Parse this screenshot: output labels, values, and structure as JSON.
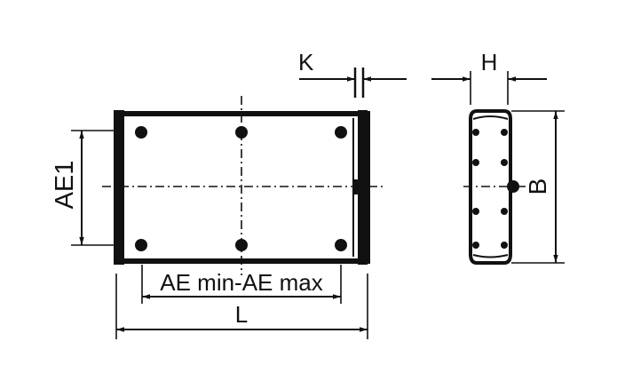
{
  "labels": {
    "k": "K",
    "h": "H",
    "ae1": "AE1",
    "b": "B",
    "ae_range": "AE min-AE max",
    "l": "L"
  },
  "colors": {
    "ink": "#111111",
    "background": "#ffffff"
  }
}
